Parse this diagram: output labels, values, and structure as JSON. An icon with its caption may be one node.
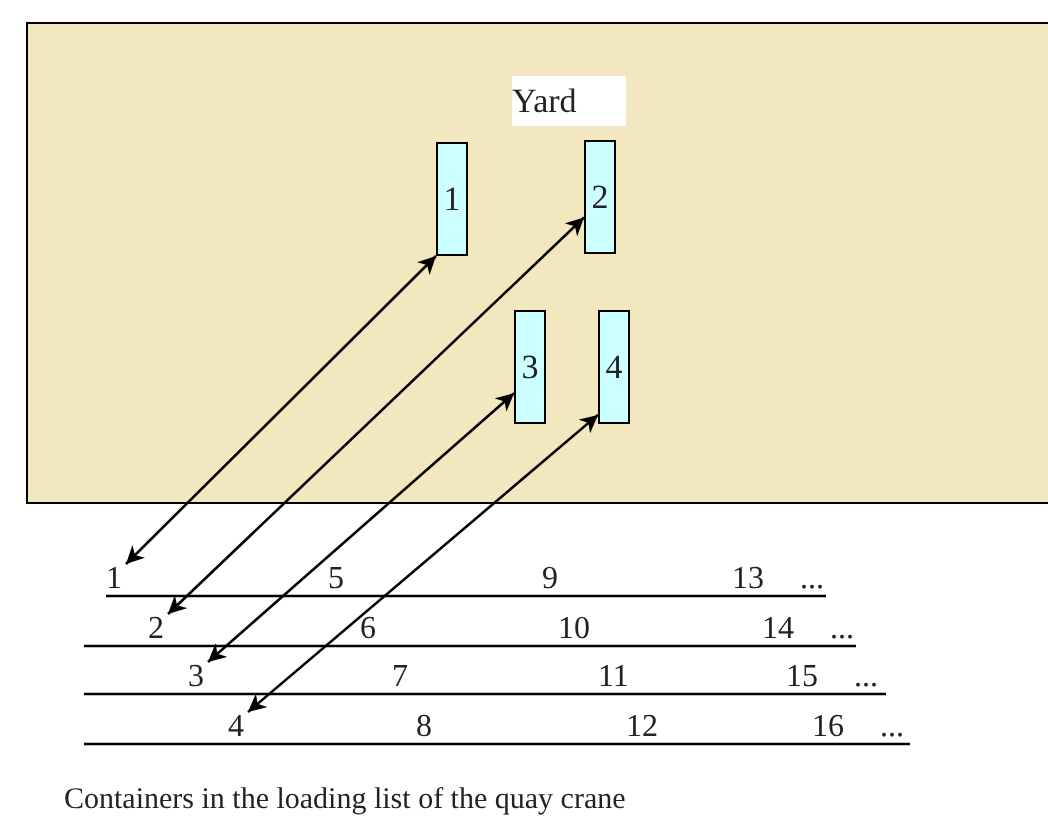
{
  "diagram": {
    "caption": "Containers in the loading list of the quay crane",
    "nodes": [
      {
        "text": [
          "Yard"
        ]
      },
      {
        "text": [
          "1"
        ],
        "in": 0
      },
      {
        "text": [
          "2"
        ],
        "in": 0
      },
      {
        "text": [
          "3"
        ],
        "in": 0
      },
      {
        "text": [
          "4"
        ],
        "in": 0
      },
      {
        "text": [
          "1"
        ]
      },
      {
        "text": [
          "2"
        ]
      },
      {
        "text": [
          "3"
        ]
      },
      {
        "text": [
          "4"
        ]
      }
    ],
    "edges": [
      {
        "from": 5,
        "to": 1,
        "arrow": "both"
      },
      {
        "from": 6,
        "to": 2,
        "arrow": "both"
      },
      {
        "from": 7,
        "to": 3,
        "arrow": "both"
      },
      {
        "from": 8,
        "to": 4,
        "arrow": "both"
      }
    ],
    "labels": [
      "5",
      "9",
      "13",
      "...",
      "6",
      "10",
      "14",
      "...",
      "7",
      "11",
      "15",
      "...",
      "8",
      "12",
      "16",
      "..."
    ]
  }
}
